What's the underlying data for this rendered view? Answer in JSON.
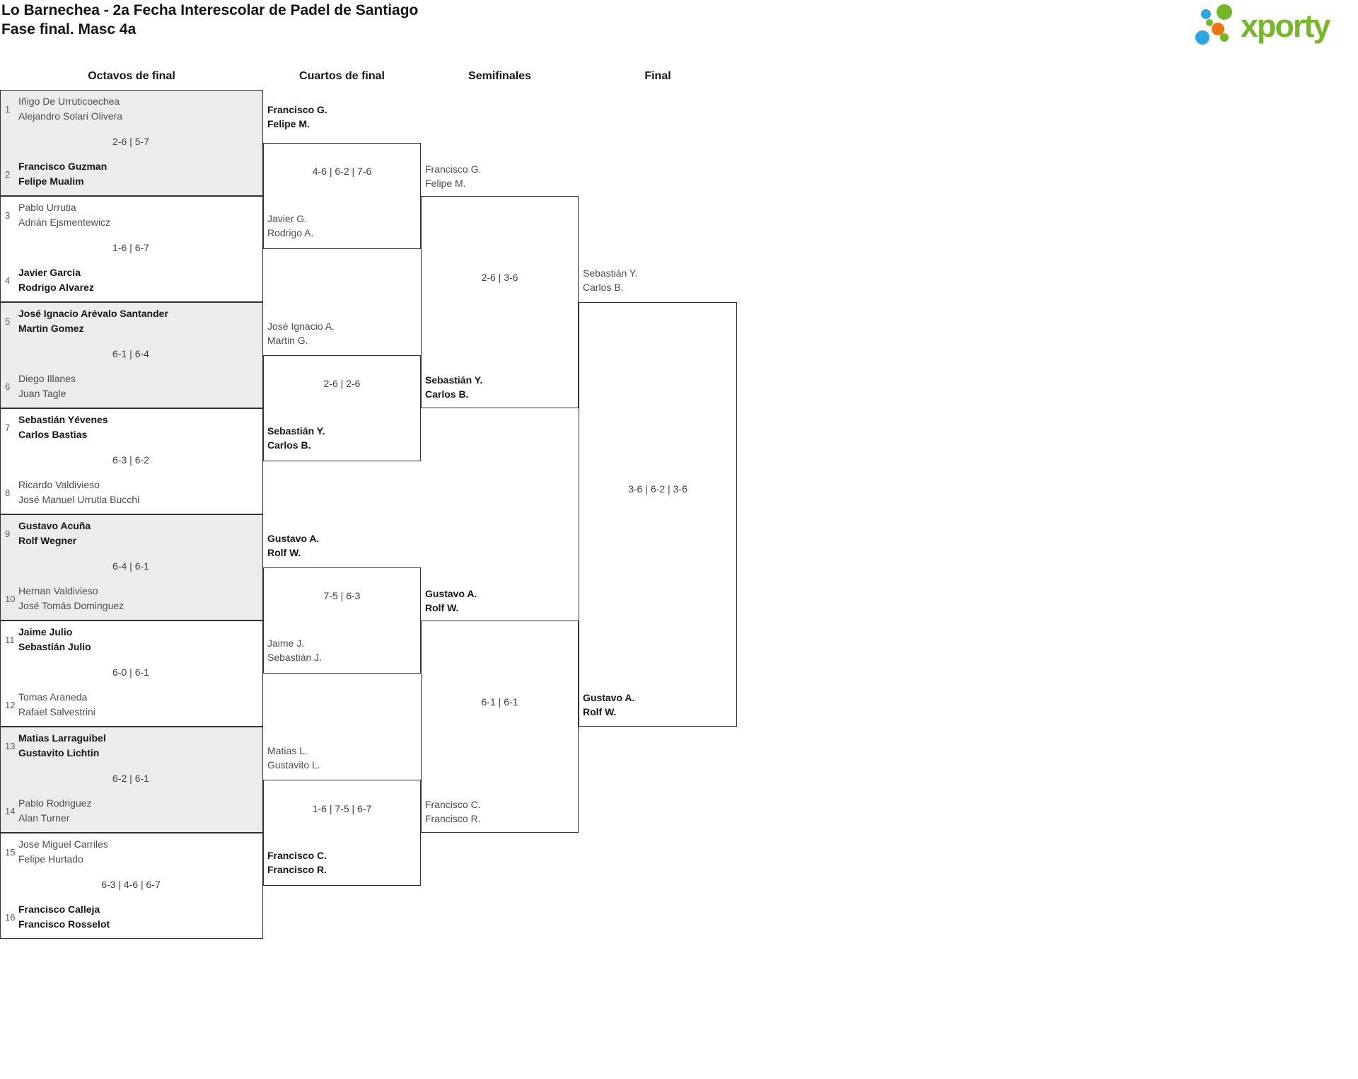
{
  "header": {
    "title": "Lo Barnechea - 2a Fecha Interescolar de Padel de Santiago",
    "subtitle": "Fase final. Masc 4a"
  },
  "logo": {
    "text": "xporty",
    "colors": {
      "green": "#74b829",
      "blue": "#2ba6df",
      "orange": "#e8770f"
    }
  },
  "rounds": {
    "r16": "Octavos de final",
    "qf": "Cuartos de final",
    "sf": "Semifinales",
    "final": "Final"
  },
  "r16": [
    {
      "seed_a": "1",
      "team_a1": "Iñigo De Urruticoechea",
      "team_a2": "Alejandro Solari Olivera",
      "score": "2-6 | 5-7",
      "seed_b": "2",
      "team_b1": "Francisco Guzman",
      "team_b2": "Felipe Mualim",
      "winner": "b"
    },
    {
      "seed_a": "3",
      "team_a1": "Pablo Urrutia",
      "team_a2": "Adrián Ejsmentewicz",
      "score": "1-6 | 6-7",
      "seed_b": "4",
      "team_b1": "Javier Garcia",
      "team_b2": "Rodrigo Alvarez",
      "winner": "b"
    },
    {
      "seed_a": "5",
      "team_a1": "José Ignacio Arévalo Santander",
      "team_a2": "Martin Gomez",
      "score": "6-1 | 6-4",
      "seed_b": "6",
      "team_b1": "Diego Illanes",
      "team_b2": "Juan Tagle",
      "winner": "a"
    },
    {
      "seed_a": "7",
      "team_a1": "Sebastián Yévenes",
      "team_a2": "Carlos Bastias",
      "score": "6-3 | 6-2",
      "seed_b": "8",
      "team_b1": "Ricardo Valdivieso",
      "team_b2": "José Manuel Urrutia Bucchi",
      "winner": "a"
    },
    {
      "seed_a": "9",
      "team_a1": "Gustavo Acuña",
      "team_a2": "Rolf Wegner",
      "score": "6-4 | 6-1",
      "seed_b": "10",
      "team_b1": "Hernan Valdivieso",
      "team_b2": "José Tomás Dominguez",
      "winner": "a"
    },
    {
      "seed_a": "11",
      "team_a1": "Jaime Julio",
      "team_a2": "Sebastián Julio",
      "score": "6-0 | 6-1",
      "seed_b": "12",
      "team_b1": "Tomas Araneda",
      "team_b2": "Rafael Salvestrini",
      "winner": "a"
    },
    {
      "seed_a": "13",
      "team_a1": "Matias Larraguibel",
      "team_a2": "Gustavito Lichtin",
      "score": "6-2 | 6-1",
      "seed_b": "14",
      "team_b1": "Pablo Rodriguez",
      "team_b2": "Alan Turner",
      "winner": "a"
    },
    {
      "seed_a": "15",
      "team_a1": "Jose Miguel Carriles",
      "team_a2": "Felipe Hurtado",
      "score": "6-3 | 4-6 | 6-7",
      "seed_b": "16",
      "team_b1": "Francisco Calleja",
      "team_b2": "Francisco Rosselot",
      "winner": "b"
    }
  ],
  "qf": [
    {
      "team_a1": "Francisco G.",
      "team_a2": "Felipe M.",
      "score": "4-6 | 6-2 | 7-6",
      "team_b1": "Javier G.",
      "team_b2": "Rodrigo A.",
      "winner": "a"
    },
    {
      "team_a1": "José Ignacio A.",
      "team_a2": "Martin G.",
      "score": "2-6 | 2-6",
      "team_b1": "Sebastián Y.",
      "team_b2": "Carlos B.",
      "winner": "b"
    },
    {
      "team_a1": "Gustavo A.",
      "team_a2": "Rolf W.",
      "score": "7-5 | 6-3",
      "team_b1": "Jaime J.",
      "team_b2": "Sebastián J.",
      "winner": "a"
    },
    {
      "team_a1": "Matias L.",
      "team_a2": "Gustavito L.",
      "score": "1-6 | 7-5 | 6-7",
      "team_b1": "Francisco C.",
      "team_b2": "Francisco R.",
      "winner": "b"
    }
  ],
  "sf": [
    {
      "team_a1": "Francisco G.",
      "team_a2": "Felipe M.",
      "score": "2-6 | 3-6",
      "team_b1": "Sebastián Y.",
      "team_b2": "Carlos B.",
      "winner": "b"
    },
    {
      "team_a1": "Gustavo A.",
      "team_a2": "Rolf W.",
      "score": "6-1 | 6-1",
      "team_b1": "Francisco C.",
      "team_b2": "Francisco R.",
      "winner": "a"
    }
  ],
  "final": {
    "team_a1": "Sebastián Y.",
    "team_a2": "Carlos B.",
    "score": "3-6 | 6-2 | 3-6",
    "team_b1": "Gustavo A.",
    "team_b2": "Rolf W.",
    "winner": "b"
  }
}
